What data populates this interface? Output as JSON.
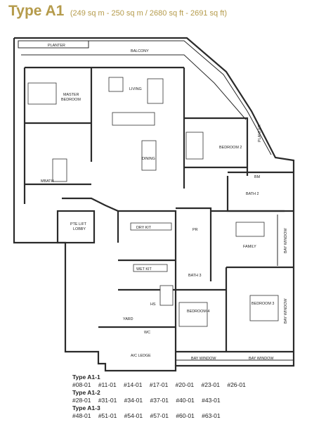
{
  "title": {
    "type": "Type A1",
    "area": "(249 sq m - 250 sq m / 2680 sq ft - 2691 sq ft)"
  },
  "rooms": {
    "planter_top": "PLANTER",
    "balcony": "BALCONY",
    "master_bedroom_1": "MASTER",
    "master_bedroom_2": "BEDROOM",
    "living": "LIVING",
    "dining": "DINING",
    "bedroom2": "BEDROOM 2",
    "planter_side": "PLANTER",
    "mbath": "MBATH",
    "bath2": "BATH 2",
    "bm": "BM",
    "pte_lift_1": "PTE LIFT",
    "pte_lift_2": "LOBBY",
    "dry_kit": "DRY KIT",
    "pr": "PR",
    "family": "FAMILY",
    "bay_window_v1": "BAY WINDOW",
    "bay_window_v2": "BAY WINDOW",
    "wet_kit": "WET KIT",
    "bath3": "BATH 3",
    "hs": "HS",
    "bedroom4": "BEDROOM 4",
    "bedroom3": "BEDROOM 3",
    "yard": "YARD",
    "wc": "WC",
    "ac_ledge": "A/C LEDGE",
    "bay_window_b1": "BAY WINDOW",
    "bay_window_b2": "BAY WINDOW"
  },
  "unit_groups": [
    {
      "heading": "Type A1-1",
      "units": "#08-01  #11-01  #14-01  #17-01  #20-01  #23-01  #26-01"
    },
    {
      "heading": "Type A1-2",
      "units": "#28-01  #31-01  #34-01  #37-01  #40-01  #43-01"
    },
    {
      "heading": "Type A1-3",
      "units": "#48-01  #51-01  #54-01  #57-01  #60-01  #63-01"
    }
  ]
}
